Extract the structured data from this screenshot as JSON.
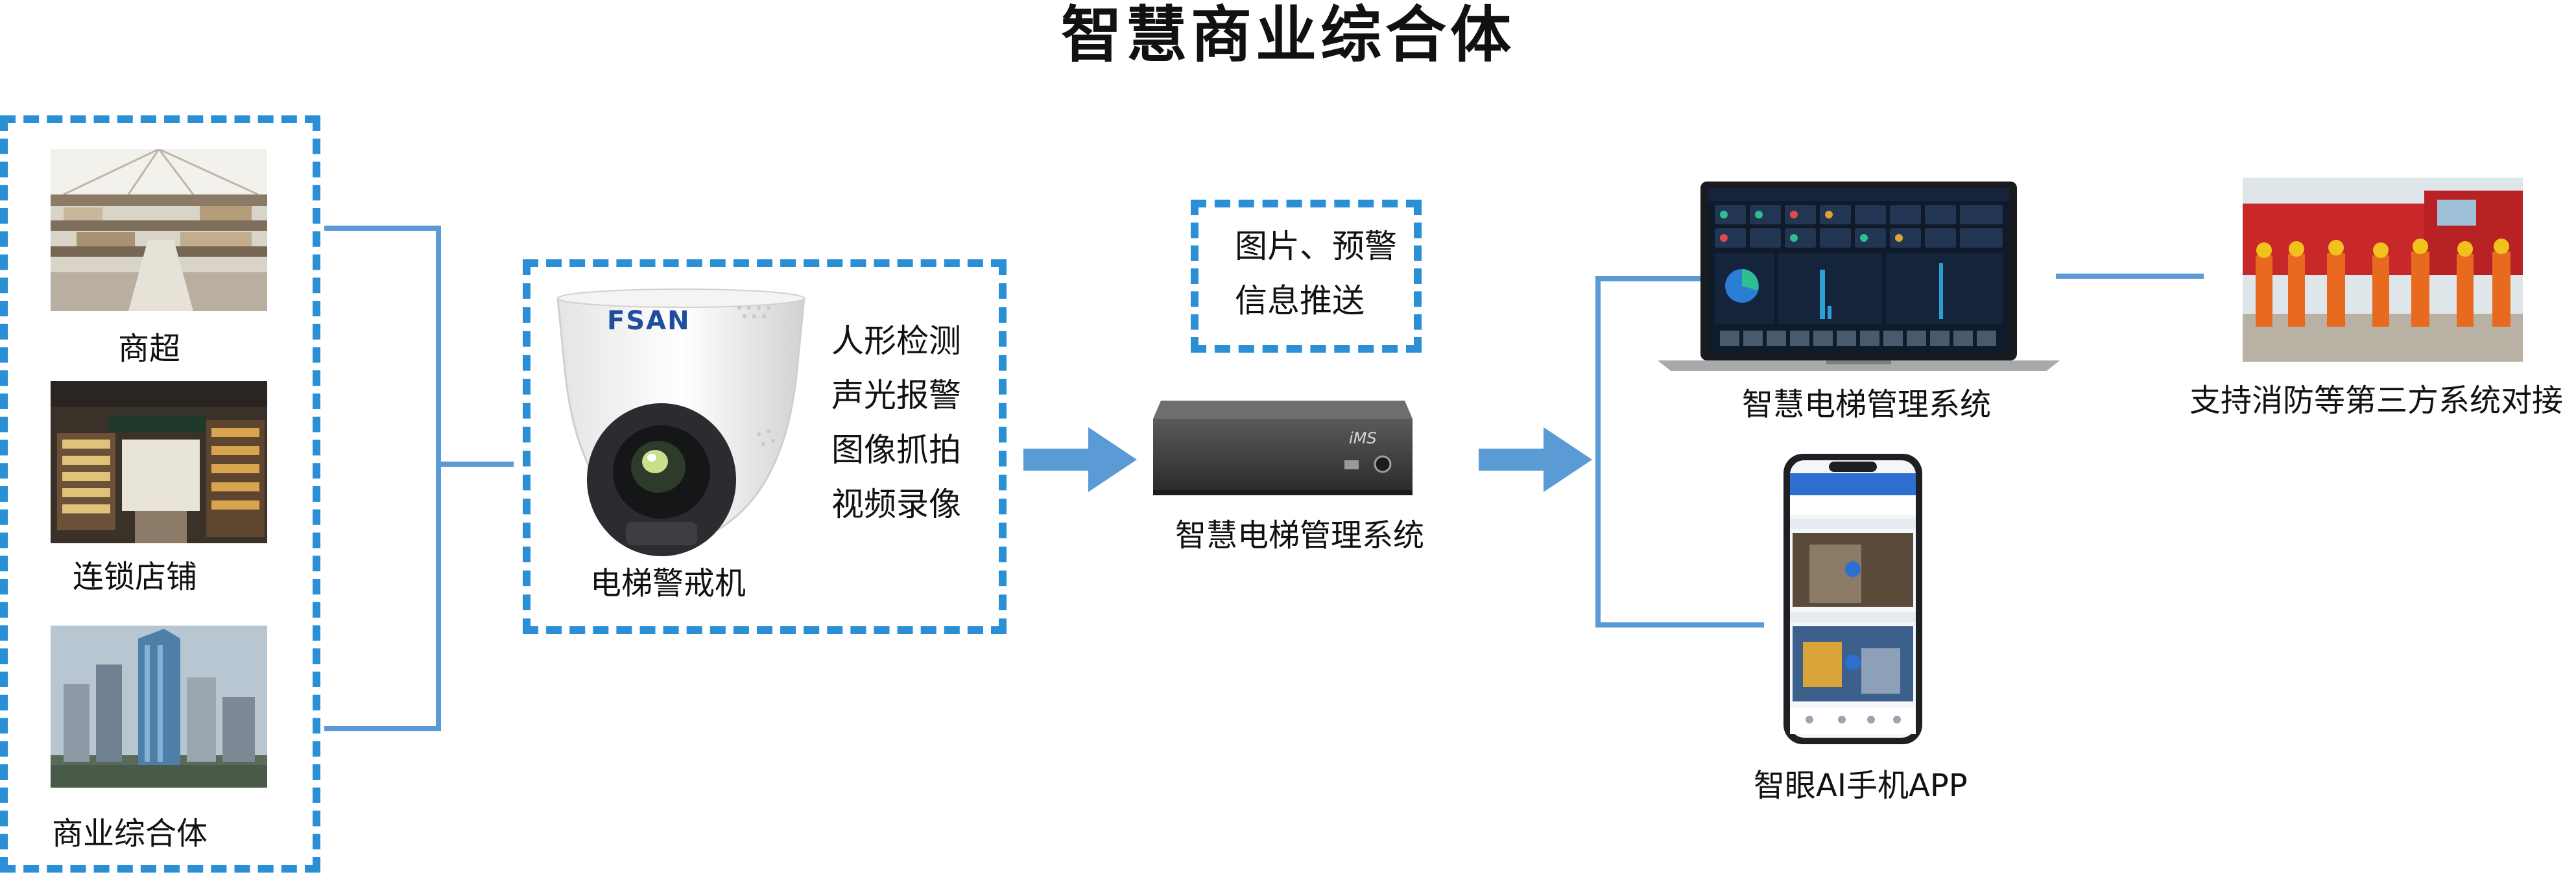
{
  "title": "智慧商业综合体",
  "scenes": {
    "supermarket": "商超",
    "chain_store": "连锁店铺",
    "complex": "商业综合体"
  },
  "camera": {
    "brand": "FSAN",
    "label": "电梯警戒机",
    "features": [
      "人形检测",
      "声光报警",
      "图像抓拍",
      "视频录像"
    ]
  },
  "push_note": {
    "line1": "图片、预警",
    "line2": "信息推送"
  },
  "server": {
    "brand": "iMS",
    "label": "智慧电梯管理系统"
  },
  "laptop": {
    "label": "智慧电梯管理系统"
  },
  "phone": {
    "label": "智眼AI手机APP"
  },
  "fire": {
    "label": "支持消防等第三方系统对接"
  },
  "colors": {
    "accent": "#2a8fd4",
    "connector": "#5b9bd5"
  }
}
